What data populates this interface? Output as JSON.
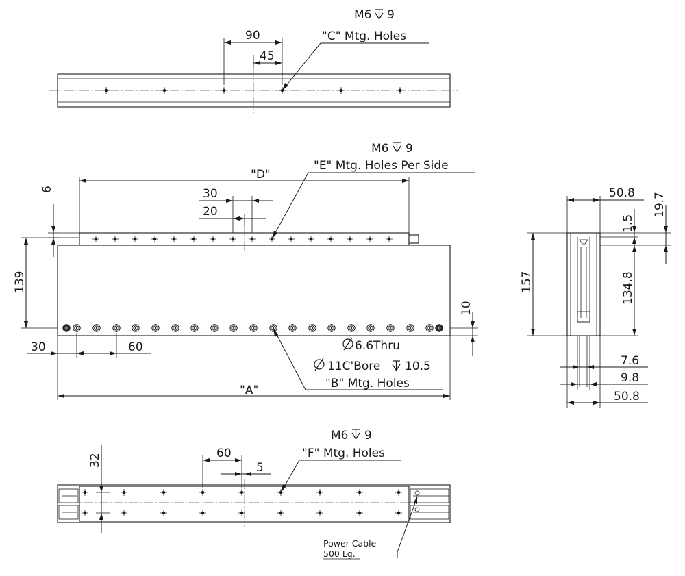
{
  "top_view": {
    "thread_callout": "M6",
    "thread_depth": "9",
    "holes_label": "\"C\" Mtg. Holes",
    "dim_pitch": "90",
    "dim_offset": "45"
  },
  "front_view": {
    "thread_callout": "M6",
    "thread_depth": "9",
    "holes_label": "\"E\" Mtg. Holes Per Side",
    "dim_d": "\"D\"",
    "dim_30": "30",
    "dim_20": "20",
    "dim_6": "6",
    "dim_139": "139",
    "dim_10": "10",
    "dim_30_bottom": "30",
    "dim_60": "60",
    "thru_hole": "6.6Thru",
    "cbore_prefix": "11C'Bore",
    "cbore_depth": "10.5",
    "b_holes_label": "\"B\" Mtg. Holes",
    "dim_a": "\"A\""
  },
  "side_view": {
    "dim_top_width": "50.8",
    "dim_19_7": "19.7",
    "dim_1_5": "1.5",
    "dim_157": "157",
    "dim_134_8": "134.8",
    "dim_7_6": "7.6",
    "dim_9_8": "9.8",
    "dim_bottom_width": "50.8"
  },
  "bottom_view": {
    "thread_callout": "M6",
    "thread_depth": "9",
    "holes_label": "\"F\" Mtg. Holes",
    "dim_60": "60",
    "dim_5": "5",
    "dim_32": "32",
    "cable_line1": "Power Cable",
    "cable_line2": "500 Lg."
  }
}
